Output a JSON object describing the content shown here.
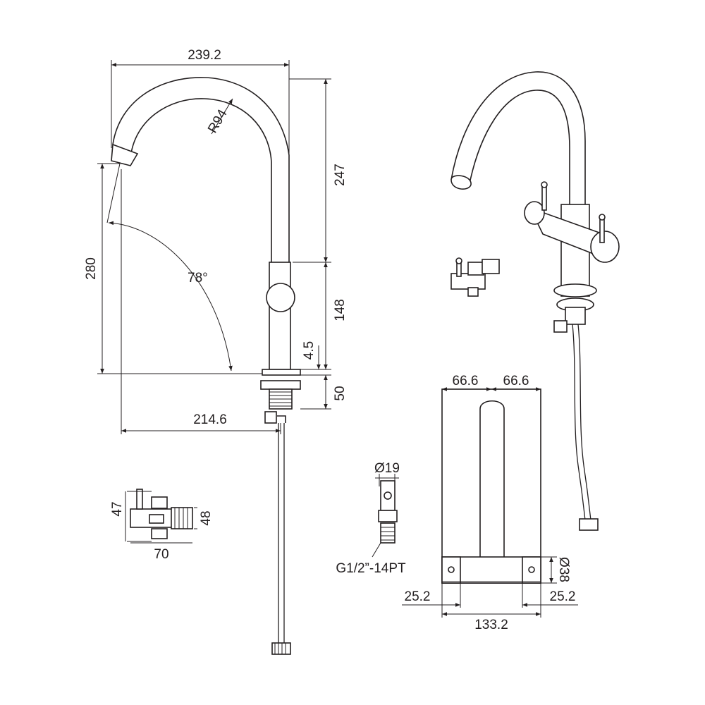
{
  "dimensions": {
    "spout_reach_top": "239.2",
    "spout_radius": "R94",
    "spout_height_upper": "247",
    "total_height": "280",
    "swivel_angle": "78°",
    "body_height": "148",
    "base_thickness": "4.5",
    "mount_shank": "50",
    "spout_reach_bottom": "214.6",
    "valve_height_a": "47",
    "valve_height_b": "48",
    "valve_width": "70",
    "connector_diameter": "Ø19",
    "thread_spec": "G1/2”-14PT",
    "top_half_left": "66.6",
    "top_half_right": "66.6",
    "side_offset_left": "25.2",
    "side_offset_right": "25.2",
    "top_total_width": "133.2",
    "handle_diameter": "Ø38"
  },
  "colors": {
    "line": "#231f20",
    "background": "#ffffff"
  }
}
